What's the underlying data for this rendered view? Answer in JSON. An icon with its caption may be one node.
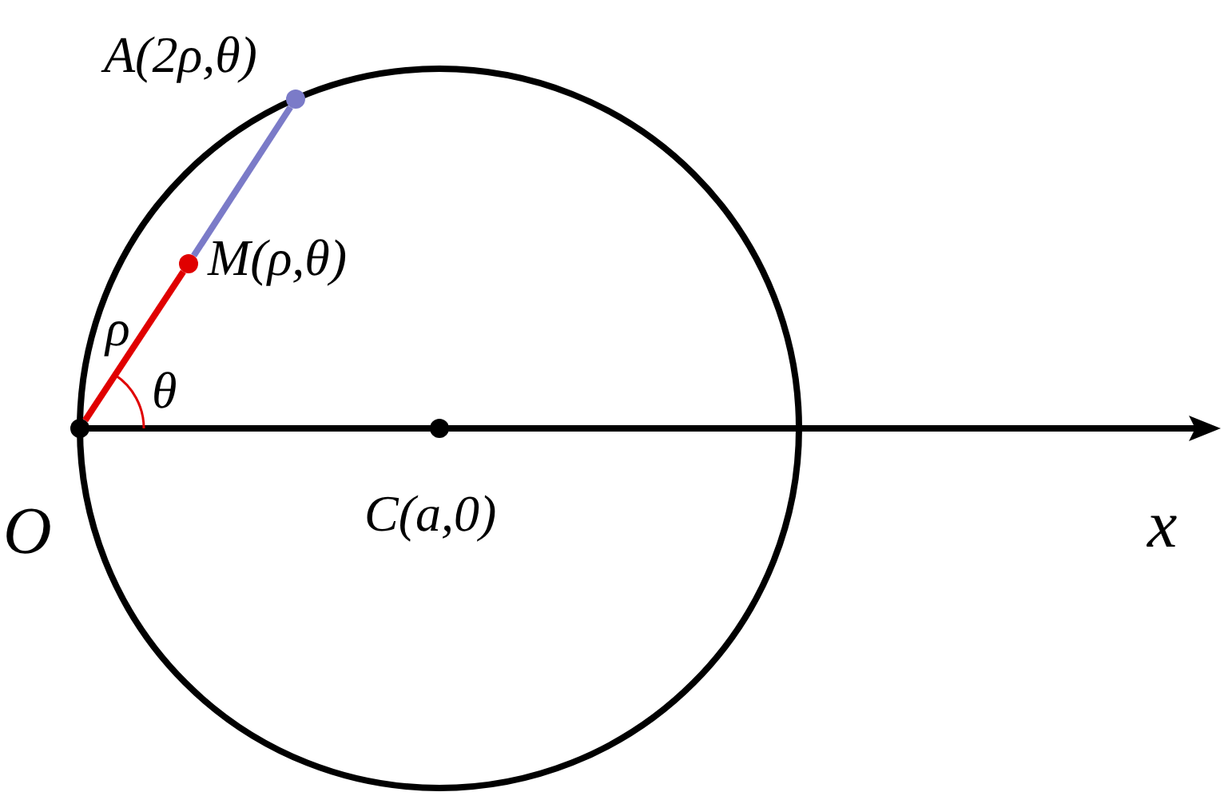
{
  "diagram": {
    "nodes": [
      {
        "text": [],
        "shape": "circle",
        "beside": [
          "O"
        ]
      },
      {
        "text": [],
        "shape": "circle",
        "beside": [
          "M(ρ,θ)"
        ]
      },
      {
        "text": [],
        "shape": "circle",
        "beside": [
          "A(2ρ,θ)"
        ]
      },
      {
        "text": [],
        "shape": "circle",
        "beside": [
          "C(a,0)"
        ]
      }
    ],
    "edges": [
      {
        "from": 0,
        "to": 1,
        "arrow": "none",
        "label": "ρ",
        "color": "#e00000"
      },
      {
        "from": 1,
        "to": 2,
        "arrow": "none",
        "color": "#7b7bc8"
      }
    ],
    "labels": [
      "θ",
      "x"
    ]
  }
}
